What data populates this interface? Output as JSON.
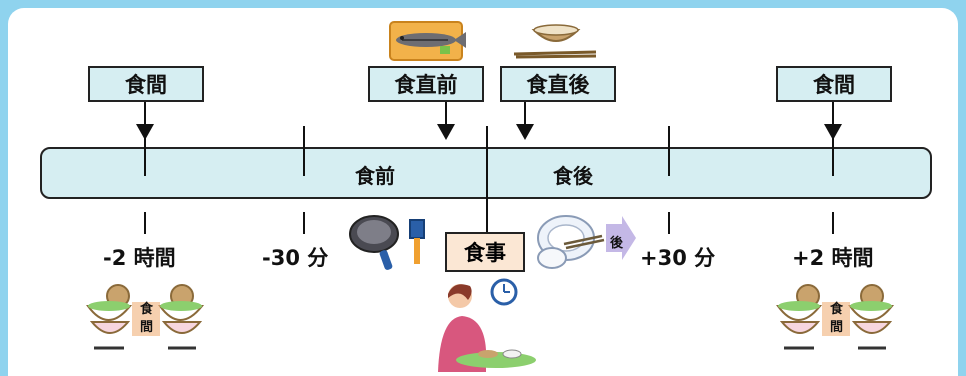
{
  "top_labels": {
    "meal_interval_left": "食間",
    "just_before_meal": "食直前",
    "just_after_meal": "食直後",
    "meal_interval_right": "食間"
  },
  "timeline": {
    "before_meal": "食前",
    "after_meal": "食後"
  },
  "time_marks": {
    "minus_2h": "-2 時間",
    "minus_30m": "-30 分",
    "plus_30m": "+30 分",
    "plus_2h": "+2 時間"
  },
  "meal": "食事",
  "illustrations": {
    "left_bowls_label_1": "食",
    "left_bowls_label_2": "間",
    "right_bowls_label_1": "食",
    "right_bowls_label_2": "間",
    "after_arrow_label": "後"
  },
  "colors": {
    "background": "#8fd3ee",
    "label_fill": "#d6eef2",
    "meal_fill": "#fbe7d4"
  }
}
